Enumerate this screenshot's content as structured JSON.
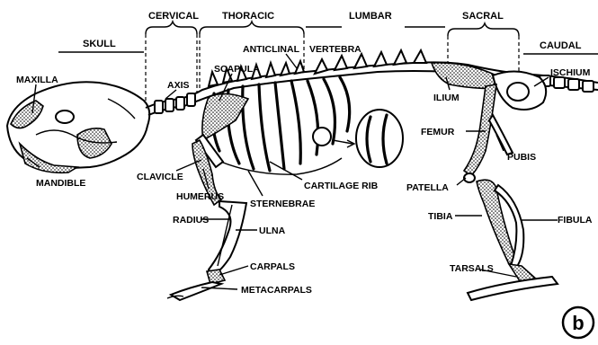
{
  "diagram": {
    "regions": [
      {
        "key": "skull",
        "text": "SKULL"
      },
      {
        "key": "cervical",
        "text": "CERVICAL"
      },
      {
        "key": "thoracic",
        "text": "THORACIC"
      },
      {
        "key": "lumbar",
        "text": "LUMBAR"
      },
      {
        "key": "sacral",
        "text": "SACRAL"
      },
      {
        "key": "caudal",
        "text": "CAUDAL"
      }
    ],
    "labels": {
      "maxilla": "MAXILLA",
      "axis": "AXIS",
      "scapula": "SCAPULA",
      "anticlinal": "ANTICLINAL",
      "vertebra": "VERTEBRA",
      "ischium": "ISCHIUM",
      "ilium": "ILIUM",
      "femur": "FEMUR",
      "pubis": "PUBIS",
      "mandible": "MANDIBLE",
      "clavicle": "CLAVICLE",
      "humerus": "HUMERUS",
      "sternebrae": "STERNEBRAE",
      "cartilage_rib": "CARTILAGE RIB",
      "patella": "PATELLA",
      "radius": "RADIUS",
      "tibia": "TIBIA",
      "fibula": "FIBULA",
      "ulna": "ULNA",
      "carpals": "CARPALS",
      "metacarpals": "METACARPALS",
      "tarsals": "TARSALS"
    },
    "panel_letter": "b"
  }
}
